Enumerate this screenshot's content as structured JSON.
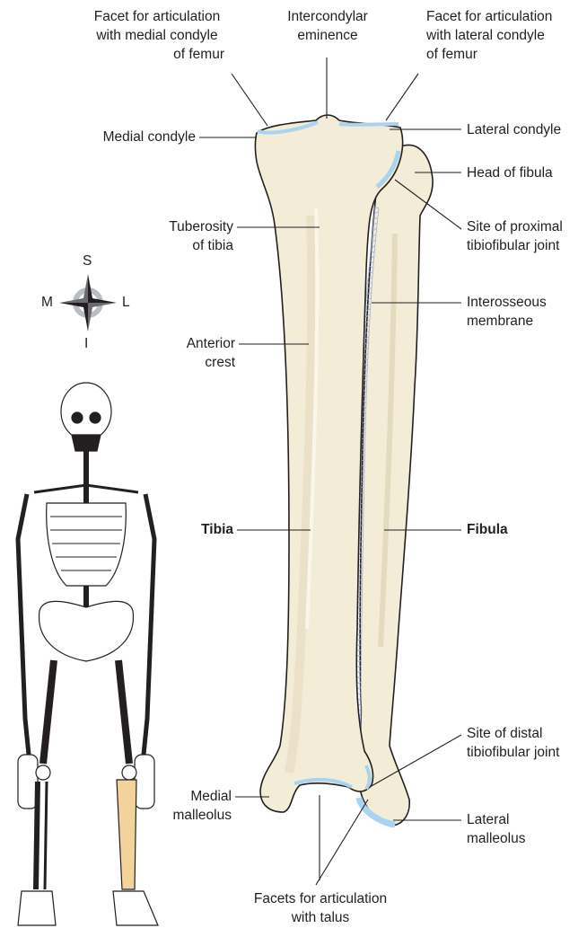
{
  "colors": {
    "bone_fill": "#f3ecd6",
    "bone_shade": "#e4dbbf",
    "bone_outline": "#231f20",
    "cartilage": "#a9d4ef",
    "membrane": "#9aaee0",
    "highlight_bone": "#f2d49a",
    "compass_ring": "#b9bec2"
  },
  "labels": {
    "facet_medial_l1": "Facet for articulation",
    "facet_medial_l2": "with medial condyle",
    "facet_medial_l3": "of femur",
    "intercondylar_l1": "Intercondylar",
    "intercondylar_l2": "eminence",
    "facet_lateral_l1": "Facet for articulation",
    "facet_lateral_l2": "with lateral condyle",
    "facet_lateral_l3": "of femur",
    "medial_condyle": "Medial condyle",
    "lateral_condyle": "Lateral condyle",
    "head_of_fibula": "Head of fibula",
    "tuberosity_l1": "Tuberosity",
    "tuberosity_l2": "of tibia",
    "proximal_joint_l1": "Site of proximal",
    "proximal_joint_l2": "tibiofibular joint",
    "interosseous_l1": "Interosseous",
    "interosseous_l2": "membrane",
    "anterior_l1": "Anterior",
    "anterior_l2": "crest",
    "tibia": "Tibia",
    "fibula": "Fibula",
    "distal_joint_l1": "Site of distal",
    "distal_joint_l2": "tibiofibular joint",
    "medial_malleolus_l1": "Medial",
    "medial_malleolus_l2": "malleolus",
    "lateral_malleolus_l1": "Lateral",
    "lateral_malleolus_l2": "malleolus",
    "talus_l1": "Facets for articulation",
    "talus_l2": "with talus"
  },
  "compass": {
    "superior": "S",
    "inferior": "I",
    "medial": "M",
    "lateral": "L"
  },
  "icons": [
    "compass-rose-icon",
    "skeleton-locator-icon"
  ]
}
